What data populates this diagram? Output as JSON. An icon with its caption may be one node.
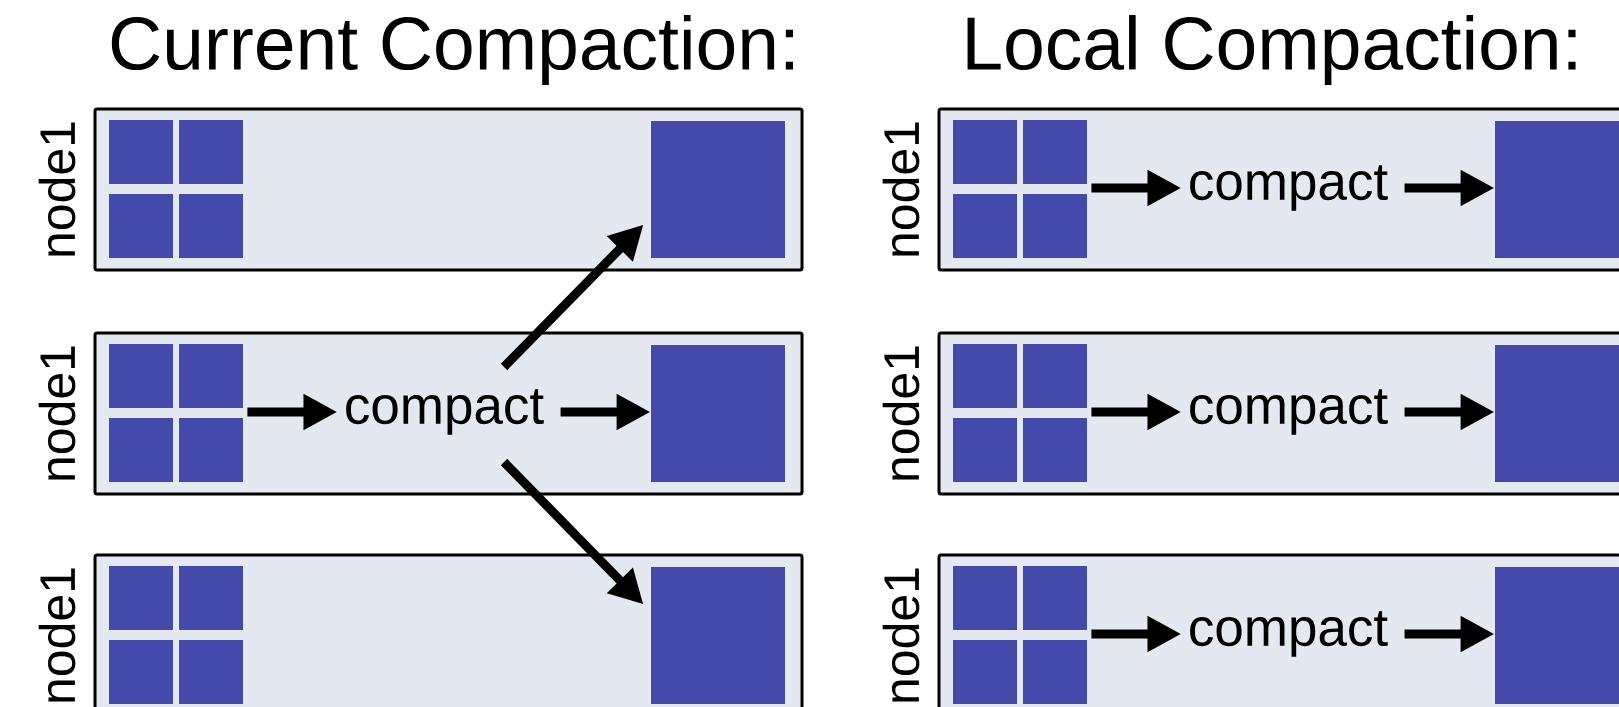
{
  "diagram": {
    "nodes": [
      {
        "text": [
          "node1"
        ]
      },
      {
        "text": [],
        "shape": "box",
        "in": 0
      },
      {
        "text": [],
        "shape": "box",
        "in": 0
      },
      {
        "text": [],
        "shape": "box",
        "in": 0
      },
      {
        "text": [],
        "shape": "box",
        "in": 0
      },
      {
        "text": [],
        "shape": "box",
        "in": 0
      },
      {
        "text": [
          "node1"
        ]
      },
      {
        "text": [],
        "shape": "box",
        "in": 6
      },
      {
        "text": [],
        "shape": "box",
        "in": 6
      },
      {
        "text": [],
        "shape": "box",
        "in": 6
      },
      {
        "text": [],
        "shape": "box",
        "in": 6
      },
      {
        "text": [
          "compact"
        ],
        "in": 6
      },
      {
        "text": [],
        "shape": "box",
        "in": 6
      },
      {
        "text": [
          "node1"
        ]
      },
      {
        "text": [],
        "shape": "box",
        "in": 13
      },
      {
        "text": [],
        "shape": "box",
        "in": 13
      },
      {
        "text": [],
        "shape": "box",
        "in": 13
      },
      {
        "text": [],
        "shape": "box",
        "in": 13
      },
      {
        "text": [],
        "shape": "box",
        "in": 13
      },
      {
        "text": [
          "node1"
        ]
      },
      {
        "text": [],
        "shape": "box",
        "in": 19
      },
      {
        "text": [],
        "shape": "box",
        "in": 19
      },
      {
        "text": [],
        "shape": "box",
        "in": 19
      },
      {
        "text": [],
        "shape": "box",
        "in": 19
      },
      {
        "text": [
          "compact"
        ],
        "in": 19
      },
      {
        "text": [],
        "shape": "box",
        "in": 19
      },
      {
        "text": [
          "node1"
        ]
      },
      {
        "text": [],
        "shape": "box",
        "in": 26
      },
      {
        "text": [],
        "shape": "box",
        "in": 26
      },
      {
        "text": [],
        "shape": "box",
        "in": 26
      },
      {
        "text": [],
        "shape": "box",
        "in": 26
      },
      {
        "text": [
          "compact"
        ],
        "in": 26
      },
      {
        "text": [],
        "shape": "box",
        "in": 26
      },
      {
        "text": [
          "node1"
        ]
      },
      {
        "text": [],
        "shape": "box",
        "in": 33
      },
      {
        "text": [],
        "shape": "box",
        "in": 33
      },
      {
        "text": [],
        "shape": "box",
        "in": 33
      },
      {
        "text": [],
        "shape": "box",
        "in": 33
      },
      {
        "text": [
          "compact"
        ],
        "in": 33
      },
      {
        "text": [],
        "shape": "box",
        "in": 33
      }
    ],
    "edges": [
      {
        "from": 8,
        "to": 11,
        "arrow": "to"
      },
      {
        "from": 11,
        "to": 12,
        "arrow": "to"
      },
      {
        "from": 11,
        "to": 5,
        "arrow": "to"
      },
      {
        "from": 11,
        "to": 18,
        "arrow": "to"
      },
      {
        "from": 21,
        "to": 24,
        "arrow": "to"
      },
      {
        "from": 24,
        "to": 25,
        "arrow": "to"
      },
      {
        "from": 28,
        "to": 31,
        "arrow": "to"
      },
      {
        "from": 31,
        "to": 32,
        "arrow": "to"
      },
      {
        "from": 35,
        "to": 38,
        "arrow": "to"
      },
      {
        "from": 38,
        "to": 39,
        "arrow": "to"
      }
    ],
    "labels": [
      "Current Compaction:",
      "Local Compaction:"
    ]
  }
}
